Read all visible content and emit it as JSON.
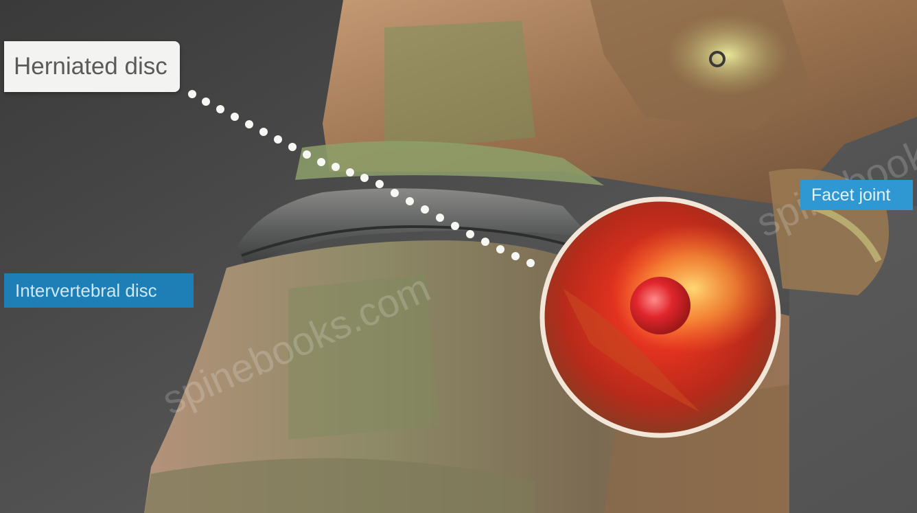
{
  "image": {
    "subject": "Herniated disc",
    "labels": {
      "herniated_disc": "Herniated disc",
      "intervertebral_disc": "Intervertebral disc",
      "facet_joint": "Facet joint"
    },
    "watermark": "spinebooks.com",
    "colors": {
      "background": "#4a4a4a",
      "bone": "#a97c55",
      "highlight_ring": "#f2e6d8",
      "inflammation": "#e0281c",
      "label_blue": "#1d7fb6",
      "label_light": "#f3f3f1"
    }
  }
}
